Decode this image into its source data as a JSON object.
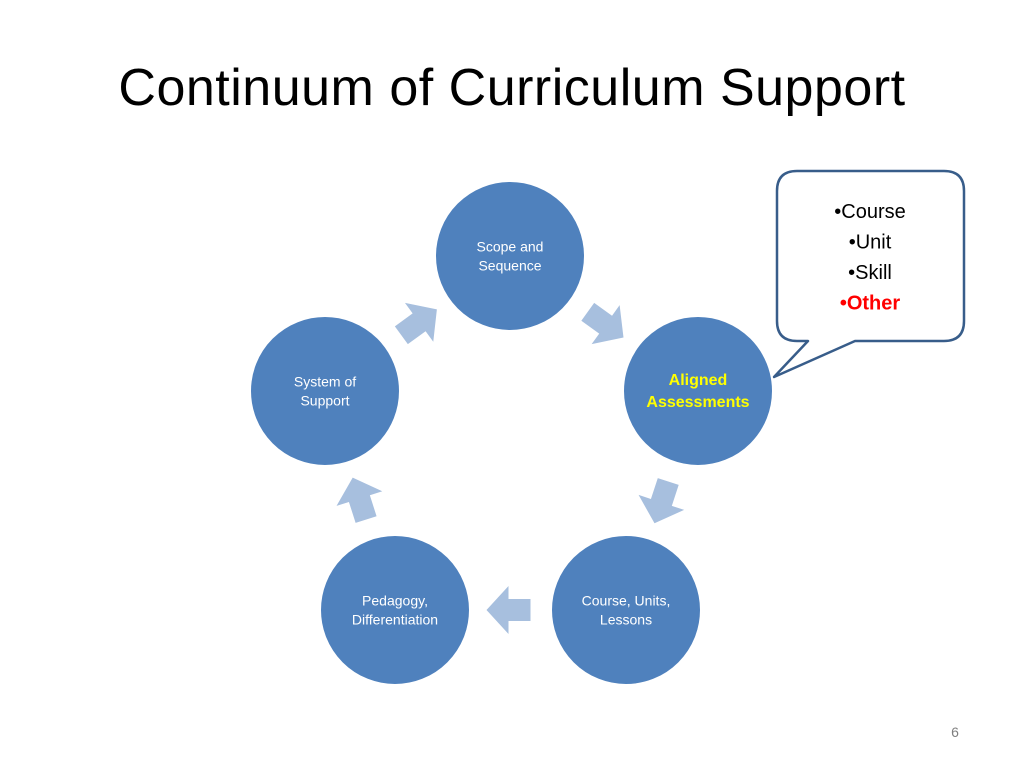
{
  "slide": {
    "title": "Continuum of Curriculum Support",
    "number": "6"
  },
  "colors": {
    "node_fill": "#4f81bd",
    "node_stroke": "#ffffff",
    "arrow_fill": "#a7bfde",
    "callout_stroke": "#385d8a",
    "highlight_text": "#ffff00",
    "other_text": "#ff0000"
  },
  "cycle": {
    "nodes": [
      {
        "lines": [
          "Scope and",
          "Sequence"
        ],
        "highlight": false
      },
      {
        "lines": [
          "Aligned",
          "Assessments"
        ],
        "highlight": true
      },
      {
        "lines": [
          "Course, Units,",
          "Lessons"
        ],
        "highlight": false
      },
      {
        "lines": [
          "Pedagogy,",
          "Differentiation"
        ],
        "highlight": false
      },
      {
        "lines": [
          "System of",
          "Support"
        ],
        "highlight": false
      }
    ]
  },
  "callout": {
    "items": [
      {
        "text": "•Course",
        "emphasis": false
      },
      {
        "text": "•Unit",
        "emphasis": false
      },
      {
        "text": "•Skill",
        "emphasis": false
      },
      {
        "text": "•Other",
        "emphasis": true
      }
    ]
  }
}
